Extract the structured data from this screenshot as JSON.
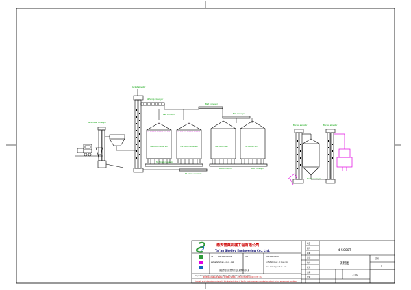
{
  "labels": {
    "bucket_elevator_main": "Bucket elevator",
    "scraper_conveyor_top": "SS Scrap conveyor",
    "belt_conveyor_1": "Belt conveyor",
    "belt_conveyor_2": "Belt conveyor",
    "belt_conveyor_3": "Belt conveyor",
    "scraper_conveyor_left": "SS Scraper conveyor",
    "scraper_conveyor_bottom_1": "SS Scrap conveyor",
    "scraper_conveyor_bottom_2": "SS Scrap conveyor",
    "belt_conveyor_bottom": "Belt conveyor",
    "belt_conveyor_bottom_2": "Belt conveyor",
    "silo_1": "Flat bottom small silo",
    "silo_2": "Flat bottom small silo",
    "silo_3": "Flat bottom silo",
    "silo_4": "Flat bottom silo",
    "right_elevator_1": "Bucket elevator",
    "right_elevator_2": "Bucket elevator",
    "right_scraper": "Scrap conveyor"
  },
  "title_block": {
    "company_cn": "泰安雪莱机械工程有限公司",
    "company_en": "Tai'an Shelley Engineering Co., Ltd.",
    "tel_label_1": "Tel",
    "tel_1": "+86-538-000000",
    "fax_label": "Fax",
    "fax_1": "+86-538-000000",
    "email_1": "sales@shelley-silos.com",
    "email_2": "info@shelley-silos.com",
    "web_1": "www.shelley-silos.com",
    "address": "泰安市岱岳区经济开发区东外环路以东",
    "address_en": "Daiyue Economic Development Zone, Tai'an City, Shandong Province, China",
    "copyright_cn": "本图纸版权归泰安雪莱机械工程有限公司所有，未经许可不得复制或转让给第三方",
    "copyright_en": "Copyright of all information contained in this drawing belongs to Shelley Engineering, any reproduction without written permission is prohibited",
    "drawing_no": "4-5000T",
    "drawing_title_cn": "流程图",
    "scale": "1:50",
    "sheet_label": "图号",
    "project_label": "项目",
    "version_label": "版本",
    "designed_label": "设计",
    "checked_label": "校对",
    "approved_label": "批准",
    "date_label": "日期",
    "scale_label": "比例",
    "sheet_label_2": "页码",
    "page_no": "1"
  },
  "colors": {
    "line": "#000000",
    "conveyor": "#1a1a1a",
    "label_green": "#00a000",
    "pink": "#e000e0",
    "title_red": "#cc0000",
    "logo_green": "#2f9b3a",
    "logo_blue": "#1565c0"
  }
}
